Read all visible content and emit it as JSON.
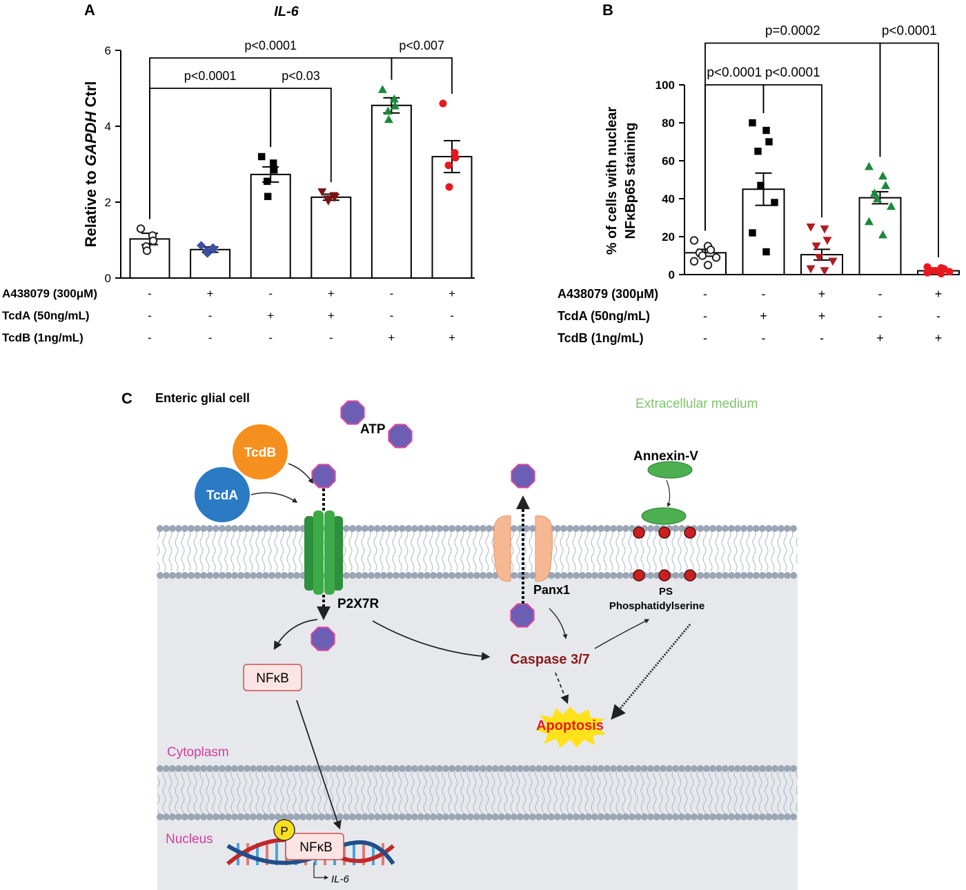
{
  "panel_labels": {
    "a": "A",
    "b": "B",
    "c": "C"
  },
  "chart_data": [
    {
      "panel": "A",
      "type": "bar",
      "title": "IL-6",
      "ylabel": {
        "pre": "Relative to ",
        "italic": "GAPDH",
        "post": " Ctrl"
      },
      "ylim": [
        0,
        6
      ],
      "yticks": [
        "0",
        "2",
        "4",
        "6"
      ],
      "ytick_values": [
        0,
        2,
        4,
        6
      ],
      "categories": [
        "1",
        "2",
        "3",
        "4",
        "5",
        "6"
      ],
      "values": [
        1.03,
        0.75,
        2.73,
        2.13,
        4.55,
        3.2
      ],
      "errors": [
        0.15,
        0.07,
        0.2,
        0.08,
        0.2,
        0.42
      ],
      "points": [
        [
          1.3,
          1.12,
          0.98,
          0.83,
          0.72
        ],
        [
          0.86,
          0.8,
          0.76,
          0.72,
          0.65
        ],
        [
          3.2,
          3.03,
          2.85,
          2.55,
          2.15
        ],
        [
          2.27,
          2.17,
          2.12,
          2.08,
          2.03
        ],
        [
          4.97,
          4.72,
          4.54,
          4.4,
          4.18
        ],
        [
          4.6,
          3.3,
          3.17,
          2.97,
          2.4
        ]
      ],
      "markers": [
        "circle-open",
        "diamond",
        "square",
        "triangle-down",
        "triangle-up",
        "circle"
      ],
      "marker_colors": [
        "#222222",
        "#3b4fa3",
        "#000000",
        "#7a1414",
        "#1a8a3a",
        "#e8191e"
      ],
      "comparisons": [
        {
          "from": 1,
          "to": 3,
          "label": "p<0.0001",
          "level": 5.0
        },
        {
          "from": 3,
          "to": 4,
          "label": "p<0.03",
          "level": 5.0
        },
        {
          "from": 1,
          "to": 5,
          "label": "p<0.0001",
          "level": 5.8
        },
        {
          "from": 5,
          "to": 6,
          "label": "p<0.007",
          "level": 5.8
        }
      ],
      "treatment_table": [
        {
          "label": "A438079 (300μM)",
          "signs": [
            "-",
            "+",
            "-",
            "+",
            "-",
            "+"
          ]
        },
        {
          "label": "TcdA (50ng/mL)",
          "signs": [
            "-",
            "-",
            "+",
            "+",
            "-",
            "-"
          ]
        },
        {
          "label": "TcdB (1ng/mL)",
          "signs": [
            "-",
            "-",
            "-",
            "-",
            "+",
            "+"
          ]
        }
      ]
    },
    {
      "panel": "B",
      "type": "bar",
      "title": "",
      "ylabel_lines": [
        "% of cells with nuclear",
        "NFκBp65 staining"
      ],
      "ylim": [
        0,
        100
      ],
      "yticks": [
        "0",
        "20",
        "40",
        "60",
        "80",
        "100"
      ],
      "ytick_values": [
        0,
        20,
        40,
        60,
        80,
        100
      ],
      "categories": [
        "1",
        "2",
        "3",
        "4",
        "5"
      ],
      "values": [
        11.5,
        45,
        10.5,
        40.5,
        2
      ],
      "errors": [
        1.8,
        8.5,
        2.8,
        3.2,
        0.5
      ],
      "points": [
        [
          18,
          15,
          13,
          11.5,
          10,
          9,
          7,
          5
        ],
        [
          80,
          76,
          70,
          65,
          47,
          38,
          22,
          12
        ],
        [
          25,
          24,
          18,
          15,
          9,
          7,
          3,
          2
        ],
        [
          57,
          52,
          47,
          43,
          40,
          36,
          28,
          21
        ],
        [
          4,
          3.5,
          3,
          2,
          2,
          1.5,
          1,
          0.5
        ]
      ],
      "markers": [
        "circle-open",
        "square",
        "triangle-down",
        "triangle-up",
        "circle"
      ],
      "marker_colors": [
        "#222222",
        "#000000",
        "#b01c22",
        "#1a8a3a",
        "#e8191e"
      ],
      "comparisons": [
        {
          "from": 1,
          "to": 2,
          "label": "p<0.0001",
          "level": 100
        },
        {
          "from": 2,
          "to": 3,
          "label": "p<0.0001",
          "level": 100
        },
        {
          "from": 1,
          "to": 4,
          "label": "p=0.0002",
          "level": 122
        },
        {
          "from": 4,
          "to": 5,
          "label": "p<0.0001",
          "level": 122
        }
      ],
      "treatment_table": [
        {
          "label": "A438079 (300μM)",
          "signs": [
            "-",
            "-",
            "+",
            "-",
            "+"
          ]
        },
        {
          "label": "TcdA (50ng/mL)",
          "signs": [
            "-",
            "+",
            "+",
            "-",
            "-"
          ]
        },
        {
          "label": "TcdB (1ng/mL)",
          "signs": [
            "-",
            "-",
            "-",
            "+",
            "+"
          ]
        }
      ]
    }
  ],
  "diagram": {
    "cell_title": "Enteric glial cell",
    "extracellular_label": "Extracellular medium",
    "atp_label": "ATP",
    "tcdb_label": "TcdB",
    "tcda_label": "TcdA",
    "p2x7r_label": "P2X7R",
    "panx1_label": "Panx1",
    "annexin_label": "Annexin-V",
    "ps_label": "PS",
    "ps_full_label": "Phosphatidylserine",
    "nfkb_label": "NFκB",
    "nfkb_nuclear_label": "NFκB",
    "phospho_label": "P",
    "caspase_label": "Caspase 3/7",
    "apoptosis_label": "Apoptosis",
    "cytoplasm_label": "Cytoplasm",
    "nucleus_label": "Nucleus",
    "il6_label": "IL-6",
    "colors": {
      "membrane": "#9aa5b5",
      "cytoplasm": "#e6e8ec",
      "atp_fill": "#6a5fb5",
      "atp_edge": "#e0459b",
      "tcdb": "#f5901e",
      "tcda": "#2a7bc4",
      "p2x7r": "#3caa48",
      "panx1": "#f6b892",
      "annexin": "#4caf50",
      "ps": "#c82020",
      "caspase": "#8b1a1a",
      "apoptosis_text": "#e8191e",
      "apoptosis_burst": "#ffe21a",
      "extracellular_text": "#7cc46a",
      "compartment_text": "#d63c9a"
    }
  }
}
